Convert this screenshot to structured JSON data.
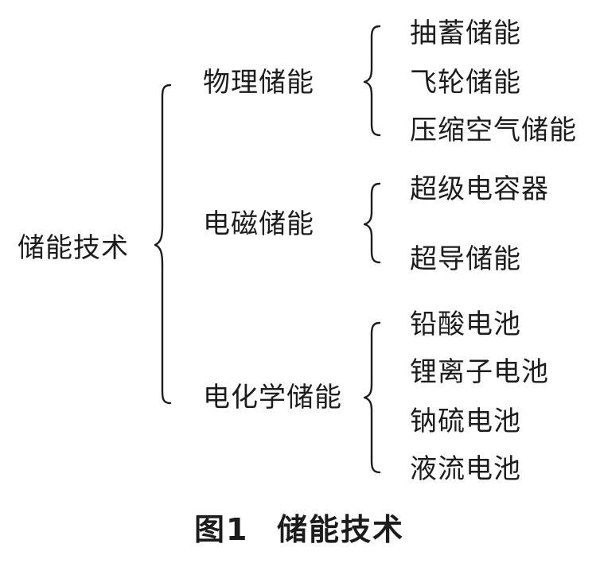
{
  "root": {
    "label": "储能技术"
  },
  "branches": [
    {
      "label": "物理储能",
      "items": [
        "抽蓄储能",
        "飞轮储能",
        "压缩空气储能"
      ]
    },
    {
      "label": "电磁储能",
      "items": [
        "超级电容器",
        "超导储能"
      ]
    },
    {
      "label": "电化学储能",
      "items": [
        "铅酸电池",
        "锂离子电池",
        "钠硫电池",
        "液流电池"
      ]
    }
  ],
  "caption": {
    "figure_number": "图1",
    "title": "储能技术"
  }
}
